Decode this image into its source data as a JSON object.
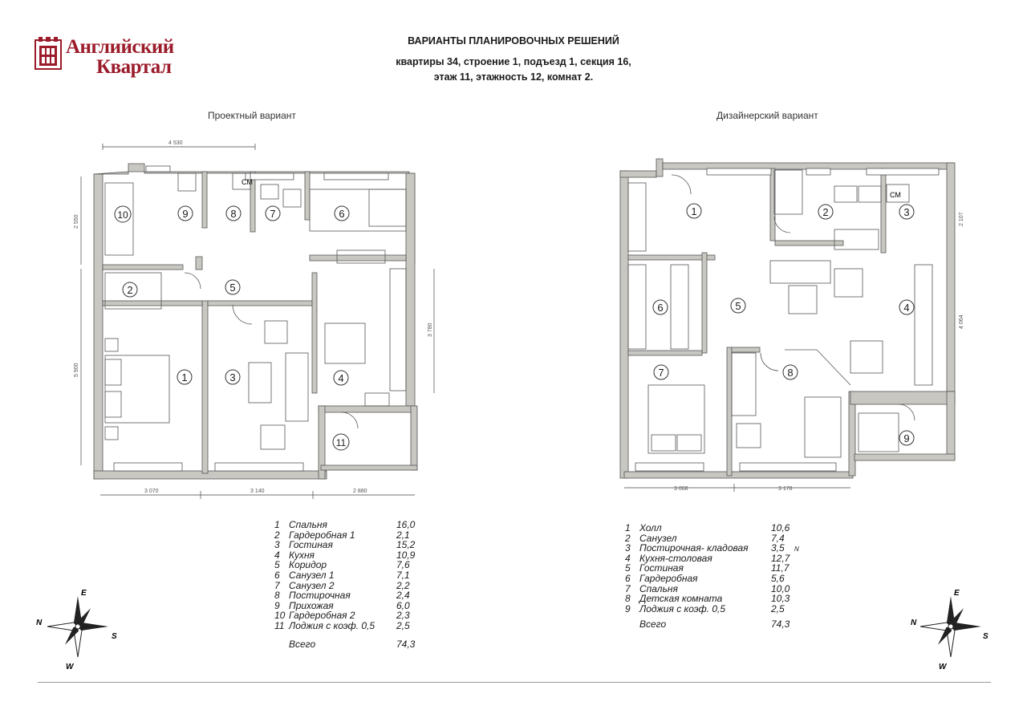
{
  "brand": {
    "line1": "Английский",
    "line2": "Квартал",
    "color": "#9b1b2a"
  },
  "header": {
    "title": "ВАРИАНТЫ ПЛАНИРОВОЧНЫХ РЕШЕНИЙ",
    "line2": "квартиры 34, строение 1, подъезд 1, секция 16,",
    "line3": "этаж 11, этажность 12, комнат 2."
  },
  "plans": {
    "project": {
      "label": "Проектный вариант",
      "dims": {
        "top": "4 530",
        "left_upper": "2 550",
        "left_lower": "5 900",
        "right": "3 780",
        "bottom": [
          "3 070",
          "3 140",
          "2 880"
        ]
      },
      "room_numbers": [
        "1",
        "2",
        "3",
        "4",
        "5",
        "6",
        "7",
        "8",
        "9",
        "10",
        "11"
      ],
      "washer_label": "СМ",
      "rooms": [
        {
          "num": "1",
          "name": "Спальня",
          "area": "16,0"
        },
        {
          "num": "2",
          "name": "Гардеробная 1",
          "area": "2,1"
        },
        {
          "num": "3",
          "name": "Гостиная",
          "area": "15,2"
        },
        {
          "num": "4",
          "name": "Кухня",
          "area": "10,9"
        },
        {
          "num": "5",
          "name": "Коридор",
          "area": "7,6"
        },
        {
          "num": "6",
          "name": "Санузел 1",
          "area": "7,1"
        },
        {
          "num": "7",
          "name": "Санузел 2",
          "area": "2,2"
        },
        {
          "num": "8",
          "name": "Постирочная",
          "area": "2,4"
        },
        {
          "num": "9",
          "name": "Прихожая",
          "area": "6,0"
        },
        {
          "num": "10",
          "name": "Гардеробная 2",
          "area": "2,3"
        },
        {
          "num": "11",
          "name": "Лоджия с коэф. 0,5",
          "area": "2,5"
        }
      ],
      "total_label": "Всего",
      "total": "74,3"
    },
    "design": {
      "label": "Дизайнерский вариант",
      "dims": {
        "right_upper": "2 107",
        "right_lower": "4 064",
        "bottom": [
          "3 068",
          "3 178"
        ]
      },
      "room_numbers": [
        "1",
        "2",
        "3",
        "4",
        "5",
        "6",
        "7",
        "8",
        "9"
      ],
      "washer_label": "СМ",
      "rooms": [
        {
          "num": "1",
          "name": "Холл",
          "area": "10,6"
        },
        {
          "num": "2",
          "name": "Санузел",
          "area": "7,4"
        },
        {
          "num": "3",
          "name": "Постирочная- кладовая",
          "area": "3,5"
        },
        {
          "num": "4",
          "name": "Кухня-столовая",
          "area": "12,7"
        },
        {
          "num": "5",
          "name": "Гостиная",
          "area": "11,7"
        },
        {
          "num": "6",
          "name": "Гардеробная",
          "area": "5,6"
        },
        {
          "num": "7",
          "name": "Спальня",
          "area": "10,0"
        },
        {
          "num": "8",
          "name": "Детская комната",
          "area": "10,3"
        },
        {
          "num": "9",
          "name": "Лоджия с коэф. 0,5",
          "area": "2,5"
        }
      ],
      "extra_mark": "N",
      "total_label": "Всего",
      "total": "74,3"
    }
  },
  "compass": {
    "n": "N",
    "e": "E",
    "s": "S",
    "w": "W"
  }
}
